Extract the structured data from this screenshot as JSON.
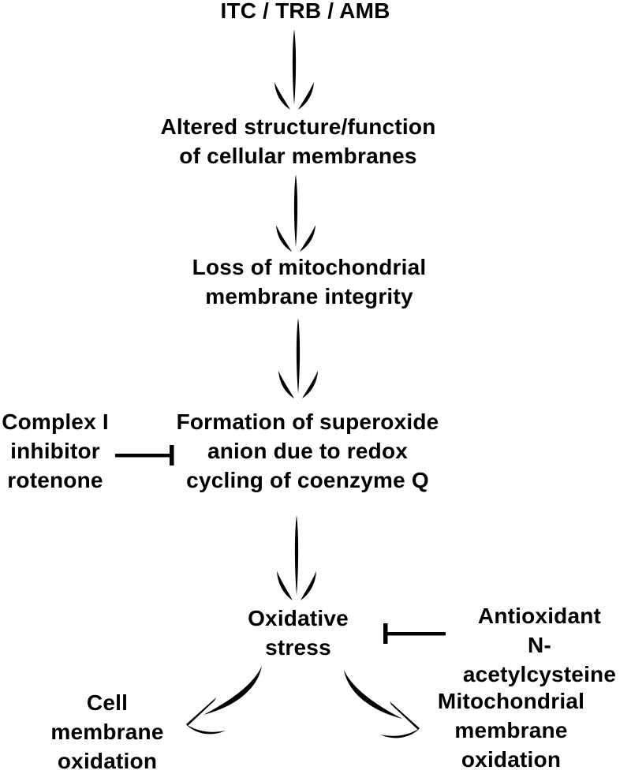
{
  "diagram": {
    "colors": {
      "background": "#ffffff",
      "ink": "#000000"
    },
    "nodes": {
      "source": "ITC / TRB / AMB",
      "altered_membranes": "Altered structure/function\nof cellular membranes",
      "loss_integrity": "Loss of mitochondrial\nmembrane integrity",
      "superoxide_formation": "Formation of superoxide\nanion due to redox\ncycling of coenzyme Q",
      "complex_i_inhibitor": "Complex I\ninhibitor\nrotenone",
      "oxidative_stress": "Oxidative\nstress",
      "antioxidant": "Antioxidant\nN-acetylcysteine",
      "cell_membrane_oxidation": "Cell\nmembrane\noxidation",
      "mitochondrial_membrane_oxidation": "Mitochondrial\nmembrane\noxidation"
    }
  }
}
